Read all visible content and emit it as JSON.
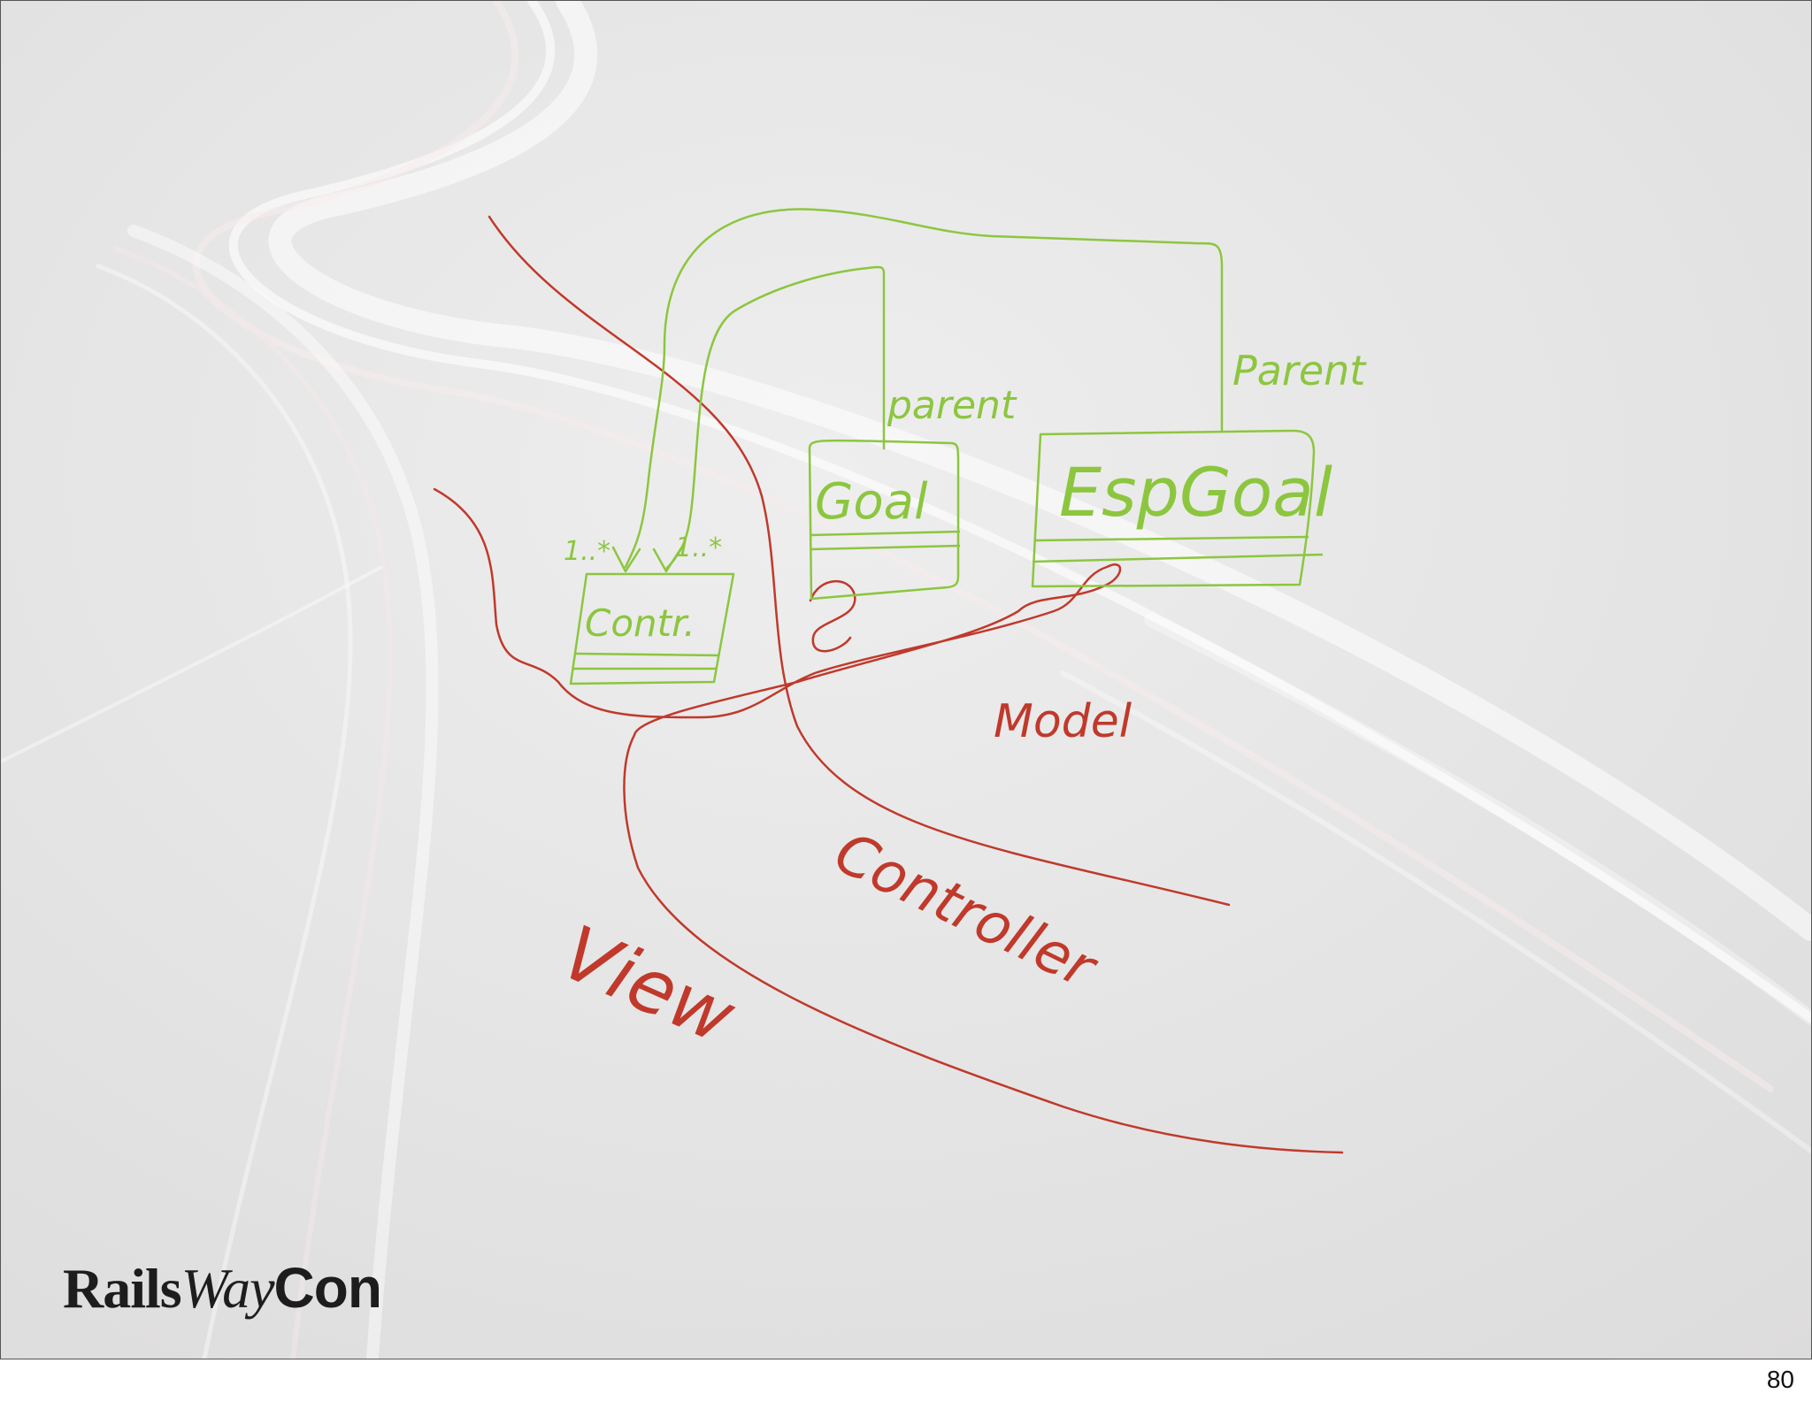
{
  "colors": {
    "background": "#e6e5e5",
    "uml_ink": "#8cc63f",
    "layer_ink": "#c0392b",
    "logo": "#1d1d1d"
  },
  "diagram": {
    "classes": [
      {
        "id": "contr",
        "name": "Contr."
      },
      {
        "id": "goal",
        "name": "Goal"
      },
      {
        "id": "espgoal",
        "name": "EspGoal"
      }
    ],
    "associations": [
      {
        "from": "goal",
        "to": "contr",
        "label": "parent",
        "multiplicity": "1..*"
      },
      {
        "from": "espgoal",
        "to": "contr",
        "label": "Parent",
        "multiplicity": "1..*"
      }
    ],
    "layers": [
      "Model",
      "Controller",
      "View"
    ]
  },
  "logo": {
    "rails": "Rails",
    "way": "Way",
    "con": "Con"
  },
  "page_number": "80"
}
